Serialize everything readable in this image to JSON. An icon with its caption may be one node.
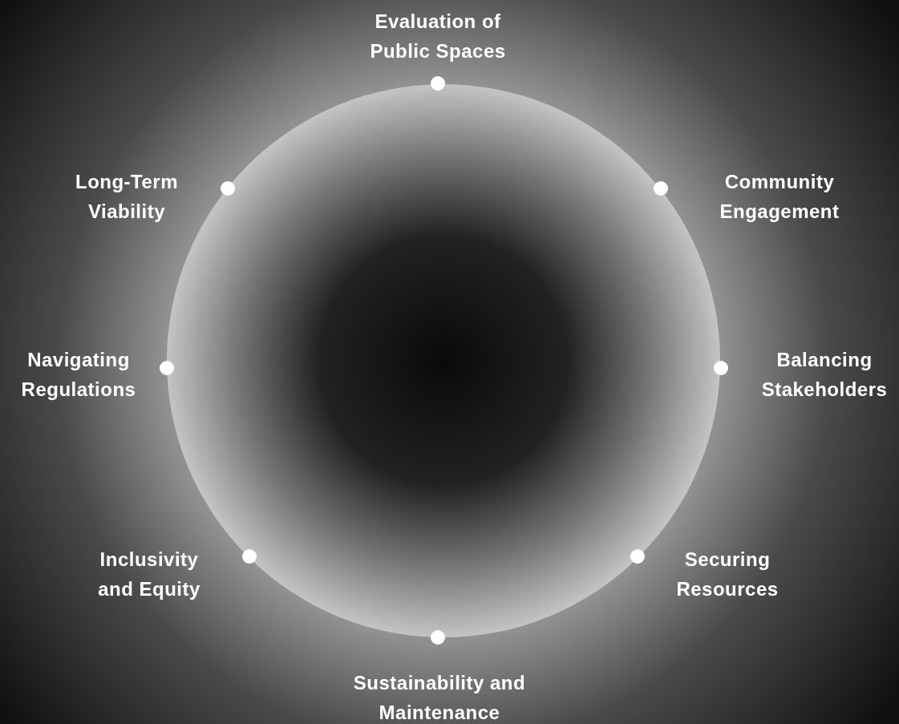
{
  "diagram": {
    "labels": [
      "Evaluation of Public Spaces",
      "Long-Term Viability",
      "Community Engagement",
      "Navigating Regulations",
      "Balancing Stakeholders",
      "Inclusivity and Equity",
      "Securing Resources",
      "Sustainability and Maintenance"
    ]
  }
}
